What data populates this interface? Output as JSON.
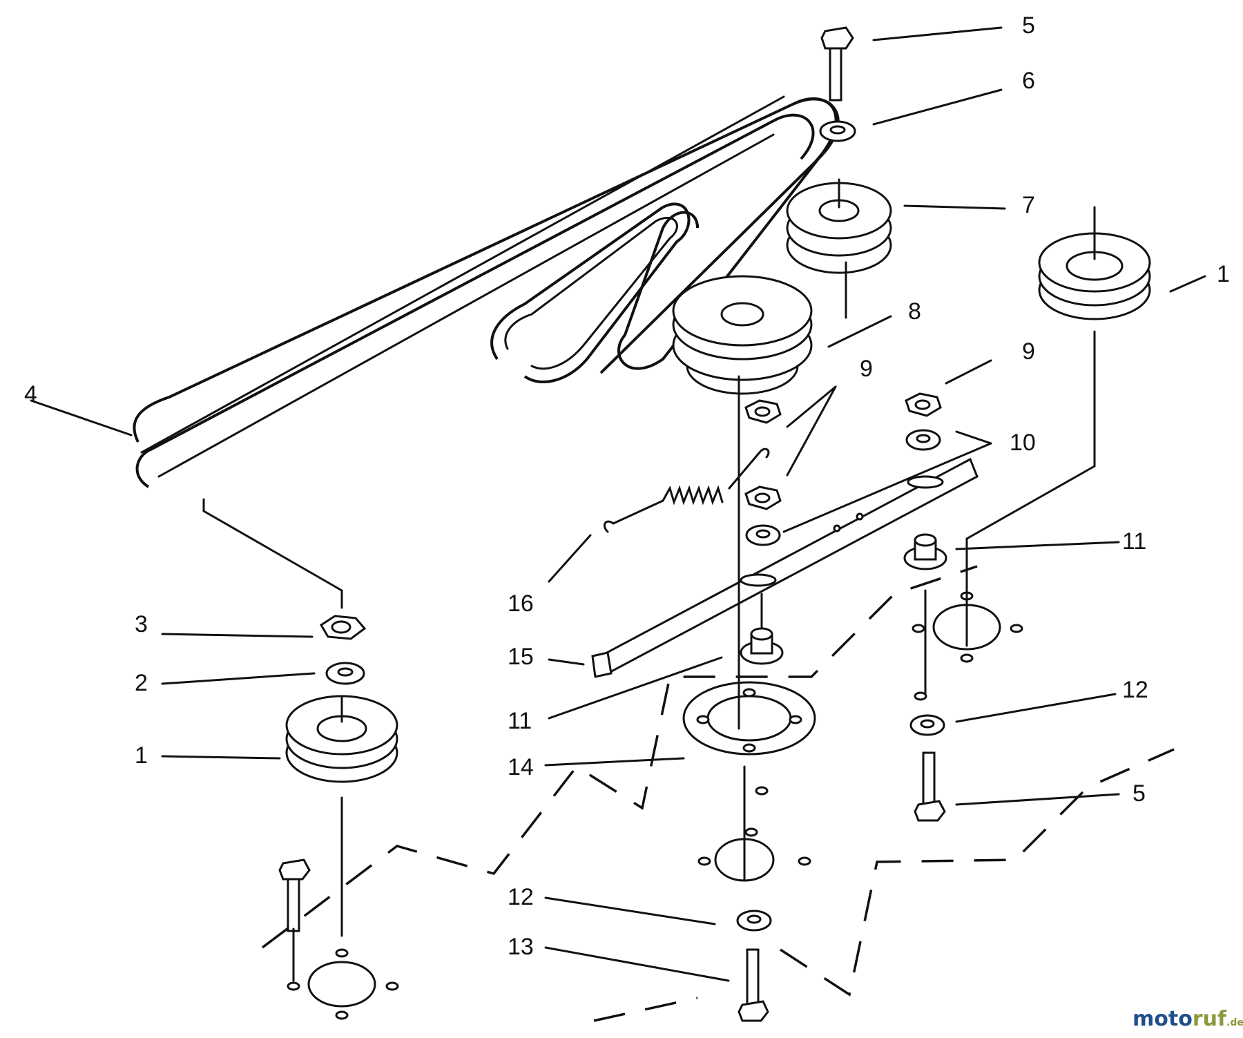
{
  "callouts": {
    "c1_right": "1",
    "c1_left": "1",
    "c2": "2",
    "c3": "3",
    "c4": "4",
    "c5_top": "5",
    "c5_bottom": "5",
    "c6": "6",
    "c7": "7",
    "c8": "8",
    "c9_center": "9",
    "c9_right": "9",
    "c10": "10",
    "c11_right": "11",
    "c11_left": "11",
    "c12_right": "12",
    "c12_left": "12",
    "c13": "13",
    "c14": "14",
    "c15": "15",
    "c16": "16"
  },
  "watermark": {
    "brand": "motoruf",
    "suffix": ".de",
    "colors": {
      "moto": "#1f4e8c",
      "ruf": "#8a9a3a"
    }
  }
}
